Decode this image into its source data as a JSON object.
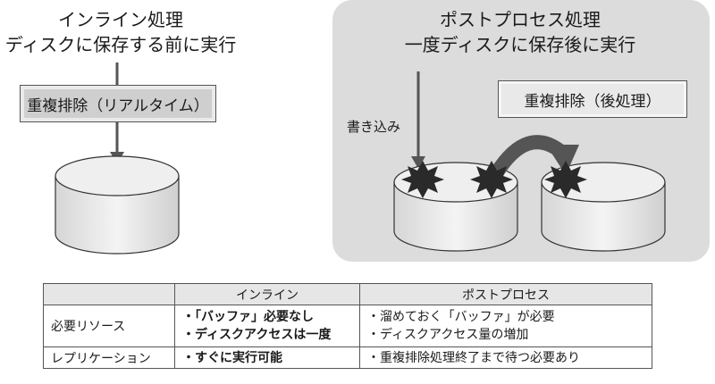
{
  "inline": {
    "title_line1": "インライン処理",
    "title_line2": "ディスクに保存する前に実行",
    "dedup_label": "重複排除（リアルタイム）"
  },
  "post": {
    "title_line1": "ポストプロセス処理",
    "title_line2": "一度ディスクに保存後に実行",
    "dedup_label": "重複排除（後処理）",
    "write_label": "書き込み"
  },
  "table": {
    "headers": [
      "",
      "インライン",
      "ポストプロセス"
    ],
    "rows": [
      {
        "label": "必要リソース",
        "inline": [
          "・「バッファ」必要なし",
          "・ディスクアクセスは一度"
        ],
        "post": [
          "・溜めておく「バッファ」が必要",
          "・ディスクアクセス量の増加"
        ]
      },
      {
        "label": "レプリケーション",
        "inline": [
          "・すぐに実行可能"
        ],
        "post": [
          "・重複排除処理終了まで待つ必要あり"
        ]
      }
    ]
  }
}
